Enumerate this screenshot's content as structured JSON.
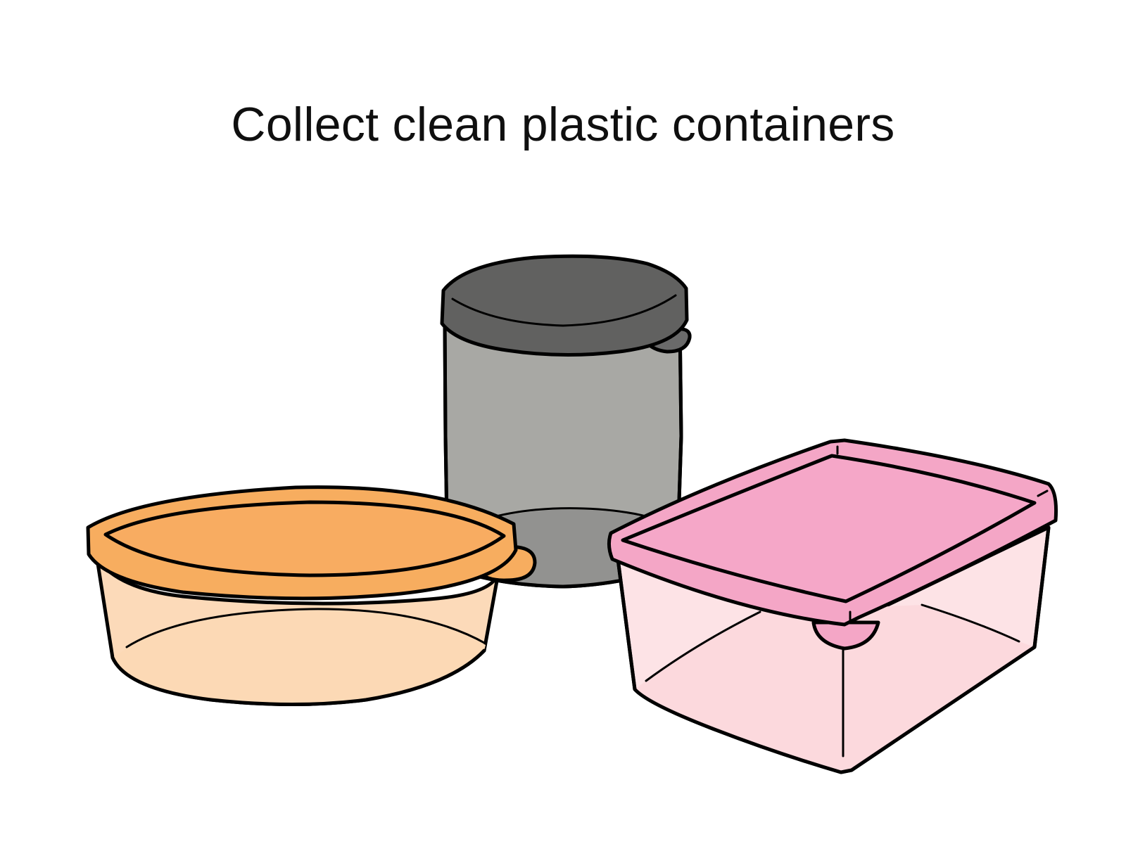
{
  "page": {
    "title": "Collect clean plastic containers"
  },
  "illustration": {
    "objects": [
      {
        "name": "gray-canister",
        "lid_color": "#606060",
        "body_color": "#a8a8a4"
      },
      {
        "name": "orange-round-container",
        "lid_color": "#f7ad5f",
        "body_color": "#fcdab9"
      },
      {
        "name": "pink-rectangular-container",
        "lid_color": "#f4a6c6",
        "body_color": "#fddde0"
      }
    ]
  }
}
